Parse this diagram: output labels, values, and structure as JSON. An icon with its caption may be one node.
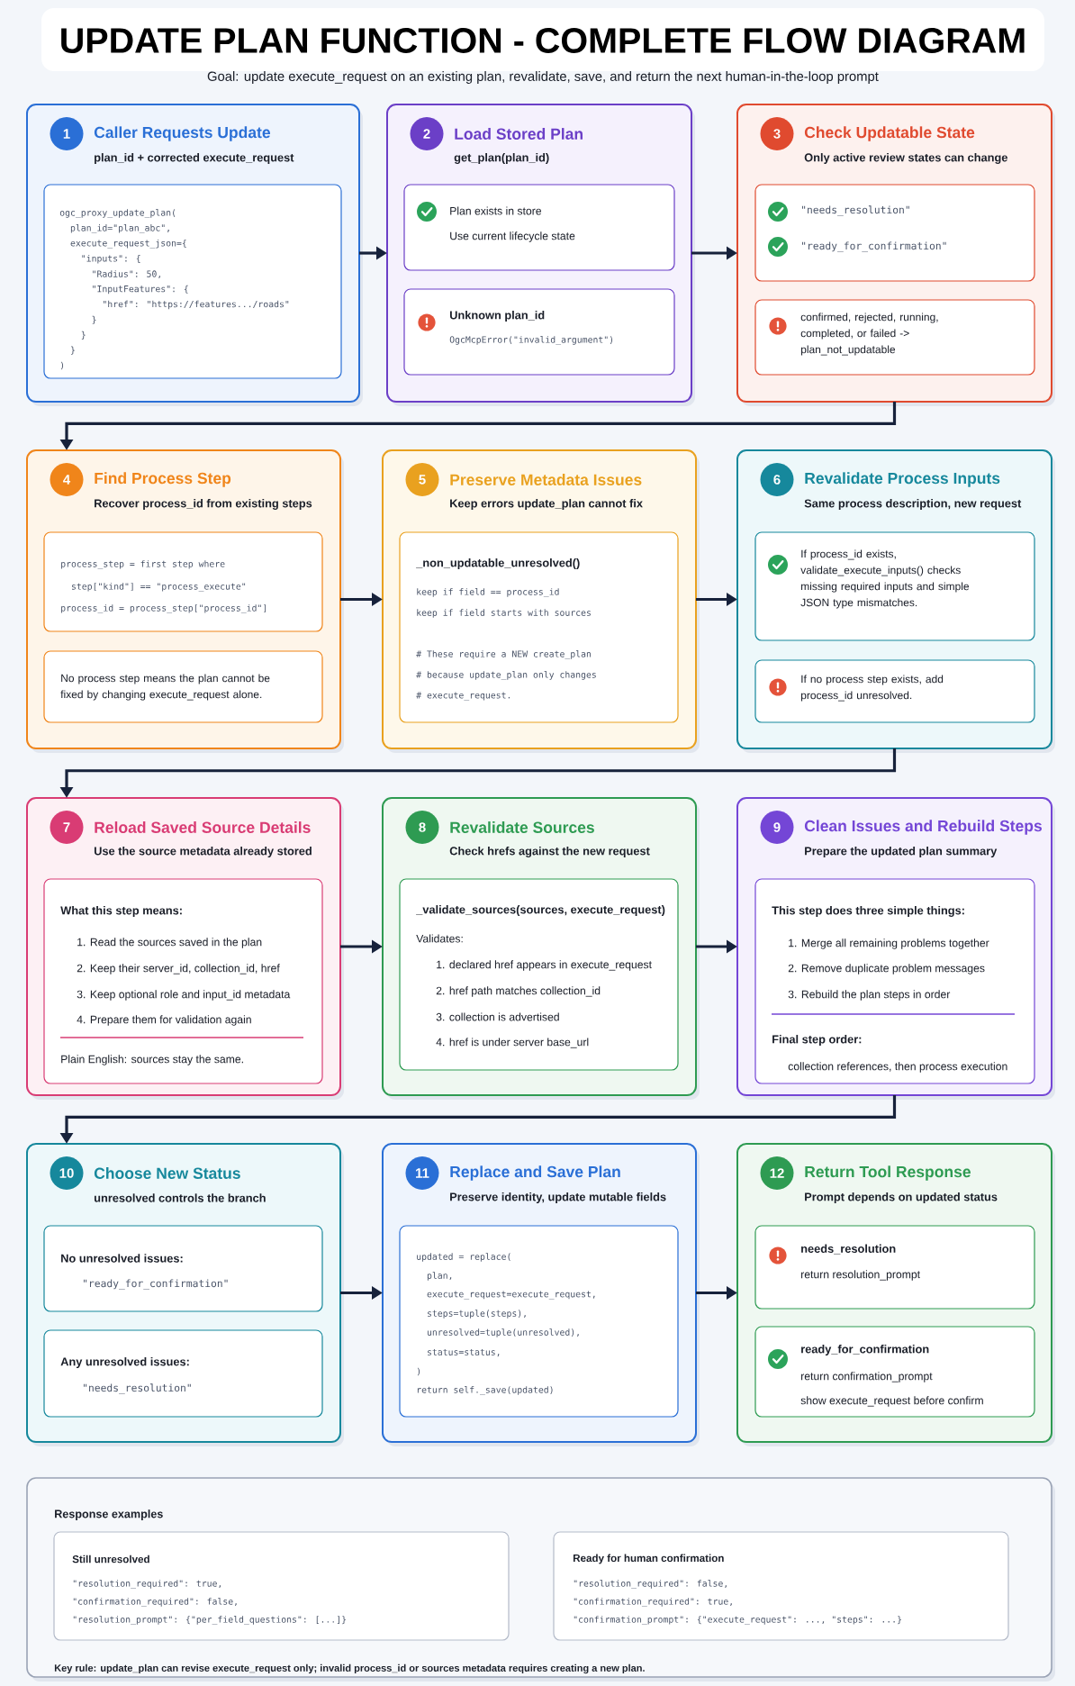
{
  "diagram": {
    "title": "UPDATE PLAN FUNCTION - COMPLETE FLOW DIAGRAM",
    "nodes": [
      {
        "text": [
          "Caller Requests Update",
          "plan_id + corrected execute_request"
        ]
      },
      {
        "text": [
          "1"
        ],
        "in": 0
      },
      {
        "text": [
          "ogc_proxy_update_plan(",
          "plan_id=\"plan_abc\",",
          "execute_request_json={",
          "\"inputs\": {",
          "\"Radius\": 50,",
          "\"InputFeatures\": {",
          "\"href\": \"https://features.../roads\"",
          "}",
          "}",
          "}",
          ")"
        ],
        "in": 0
      },
      {
        "text": [
          "Load Stored Plan",
          "get_plan(plan_id)"
        ]
      },
      {
        "text": [
          "2"
        ],
        "in": 3
      },
      {
        "text": [
          "Plan exists in store",
          "Use current lifecycle state"
        ],
        "in": 3
      },
      {
        "text": [
          "Unknown plan_id",
          "OgcMcpError(\"invalid_argument\")"
        ],
        "in": 3
      },
      {
        "text": [
          "Check Updatable State",
          "Only active review states can change"
        ]
      },
      {
        "text": [
          "3"
        ],
        "in": 7
      },
      {
        "text": [
          "\"needs_resolution\"",
          "\"ready_for_confirmation\""
        ],
        "in": 7
      },
      {
        "text": [
          "confirmed, rejected, running, completed, or failed -> plan_not_updatable"
        ],
        "in": 7
      },
      {
        "text": [
          "Find Process Step",
          "Recover process_id from existing steps"
        ]
      },
      {
        "text": [
          "4"
        ],
        "in": 11
      },
      {
        "text": [
          "process_step = first step where",
          "step[\"kind\"] == \"process_execute\"",
          "process_id = process_step[\"process_id\"]"
        ],
        "in": 11
      },
      {
        "text": [
          "No process step means the plan cannot be fixed by changing execute_request alone."
        ],
        "in": 11
      },
      {
        "text": [
          "Preserve Metadata Issues",
          "Keep errors update_plan cannot fix"
        ]
      },
      {
        "text": [
          "5"
        ],
        "in": 15
      },
      {
        "text": [
          "_non_updatable_unresolved()",
          "keep if field == process_id",
          "keep if field starts with sources",
          "# These require a NEW create_plan",
          "# because update_plan only changes",
          "# execute_request."
        ],
        "in": 15
      },
      {
        "text": [
          "Revalidate Process Inputs",
          "Same process description, new request"
        ]
      },
      {
        "text": [
          "6"
        ],
        "in": 18
      },
      {
        "text": [
          "If process_id exists, validate_execute_inputs() checks missing required inputs and simple JSON type mismatches."
        ],
        "in": 18
      },
      {
        "text": [
          "If no process step exists, add process_id unresolved."
        ],
        "in": 18
      },
      {
        "text": [
          "Reload Saved Source Details",
          "Use the source metadata already stored"
        ]
      },
      {
        "text": [
          "7"
        ],
        "in": 22
      },
      {
        "text": [
          "What this step means:",
          "1. Read the sources saved in the plan",
          "2. Keep their server_id, collection_id, href",
          "3. Keep optional role and input_id metadata",
          "4. Prepare them for validation again",
          "Plain English: sources stay the same."
        ],
        "in": 22
      },
      {
        "text": [
          "Revalidate Sources",
          "Check hrefs against the new request"
        ]
      },
      {
        "text": [
          "8"
        ],
        "in": 25
      },
      {
        "text": [
          "_validate_sources(sources, execute_request)",
          "Validates:",
          "1. declared href appears in execute_request",
          "2. href path matches collection_id",
          "3. collection is advertised",
          "4. href is under server base_url"
        ],
        "in": 25
      },
      {
        "text": [
          "Clean Issues and Rebuild Steps",
          "Prepare the updated plan summary"
        ]
      },
      {
        "text": [
          "9"
        ],
        "in": 28
      },
      {
        "text": [
          "This step does three simple things:",
          "1. Merge all remaining problems together",
          "2. Remove duplicate problem messages",
          "3. Rebuild the plan steps in order",
          "Final step order:",
          "collection references, then process execution"
        ],
        "in": 28
      },
      {
        "text": [
          "Choose New Status",
          "unresolved controls the branch"
        ]
      },
      {
        "text": [
          "10"
        ],
        "in": 31
      },
      {
        "text": [
          "No unresolved issues:",
          "\"ready_for_confirmation\""
        ],
        "in": 31
      },
      {
        "text": [
          "Any unresolved issues:",
          "\"needs_resolution\""
        ],
        "in": 31
      },
      {
        "text": [
          "Replace and Save Plan",
          "Preserve identity, update mutable fields"
        ]
      },
      {
        "text": [
          "11"
        ],
        "in": 35
      },
      {
        "text": [
          "updated = replace(",
          "plan,",
          "execute_request=execute_request,",
          "steps=tuple(steps),",
          "unresolved=tuple(unresolved),",
          "status=status,",
          ")",
          "return self._save(updated)"
        ],
        "in": 35
      },
      {
        "text": [
          "Return Tool Response",
          "Prompt depends on updated status"
        ]
      },
      {
        "text": [
          "12"
        ],
        "in": 38
      },
      {
        "text": [
          "needs_resolution",
          "return resolution_prompt"
        ],
        "in": 38
      },
      {
        "text": [
          "ready_for_confirmation",
          "return confirmation_prompt",
          "show execute_request before confirm"
        ],
        "in": 38
      },
      {
        "text": [
          "Response examples",
          "Key rule: update_plan can revise execute_request only; invalid process_id or sources metadata requires creating a new plan."
        ]
      },
      {
        "text": [
          "Still unresolved",
          "\"resolution_required\": true,",
          "\"confirmation_required\": false,",
          "\"resolution_prompt\": {\"per_field_questions\": [...]}"
        ],
        "in": 42
      },
      {
        "text": [
          "Ready for human confirmation",
          "\"resolution_required\": false,",
          "\"confirmation_required\": true,",
          "\"confirmation_prompt\": {\"execute_request\": ..., \"steps\": ...}"
        ],
        "in": 42
      }
    ],
    "edges": [
      {
        "from": 0,
        "to": 3,
        "arrow": "to"
      },
      {
        "from": 3,
        "to": 7,
        "arrow": "to"
      },
      {
        "from": 7,
        "to": 11,
        "arrow": "to"
      },
      {
        "from": 11,
        "to": 15,
        "arrow": "to"
      },
      {
        "from": 15,
        "to": 18,
        "arrow": "to"
      },
      {
        "from": 18,
        "to": 22,
        "arrow": "to"
      },
      {
        "from": 22,
        "to": 25,
        "arrow": "to"
      },
      {
        "from": 25,
        "to": 28,
        "arrow": "to"
      },
      {
        "from": 28,
        "to": 31,
        "arrow": "to"
      },
      {
        "from": 31,
        "to": 35,
        "arrow": "to"
      },
      {
        "from": 35,
        "to": 38,
        "arrow": "to"
      }
    ],
    "labels": [
      "Goal: update execute_request on an existing plan, revalidate, save, and return the next human-in-the-loop prompt"
    ]
  }
}
